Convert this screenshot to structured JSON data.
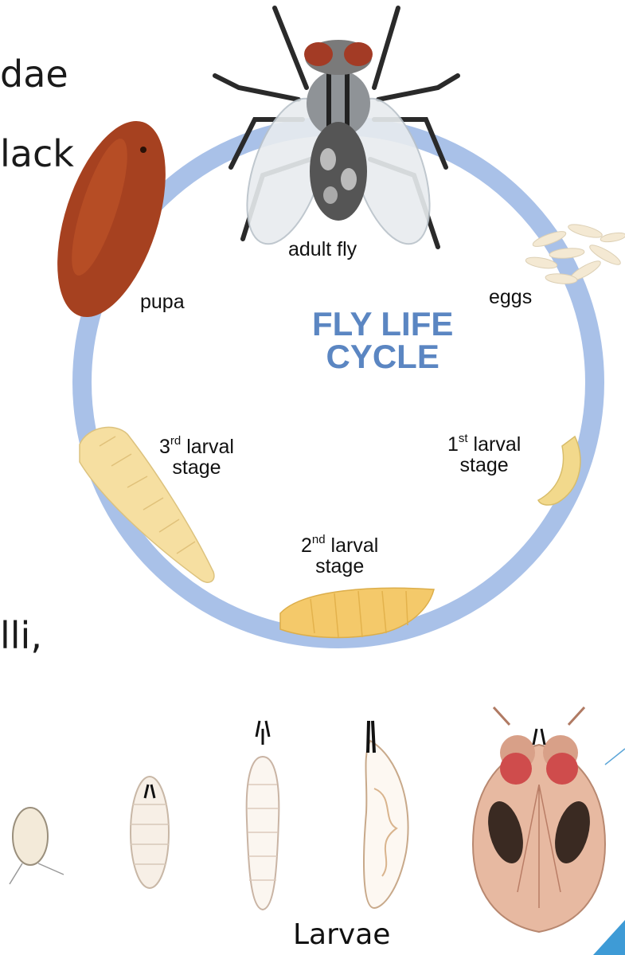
{
  "slide": {
    "fragment_1": "dae",
    "fragment_2": "lack",
    "fragment_3": "lli,"
  },
  "diagram": {
    "title_line1": "FLY LIFE",
    "title_line2": "CYCLE",
    "ring_color": "#a9c1e8",
    "stages": {
      "adult": "adult fly",
      "eggs": "eggs",
      "pupa": "pupa",
      "larva1_ordinal": "1",
      "larva1_suffix": "st",
      "larva1_rest": "larval",
      "larva1_line2": "stage",
      "larva2_ordinal": "2",
      "larva2_suffix": "nd",
      "larva2_rest": "larval",
      "larva2_line2": "stage",
      "larva3_ordinal": "3",
      "larva3_suffix": "rd",
      "larva3_rest": "larval",
      "larva3_line2": "stage"
    }
  },
  "bottom": {
    "caption": "Larvae"
  }
}
